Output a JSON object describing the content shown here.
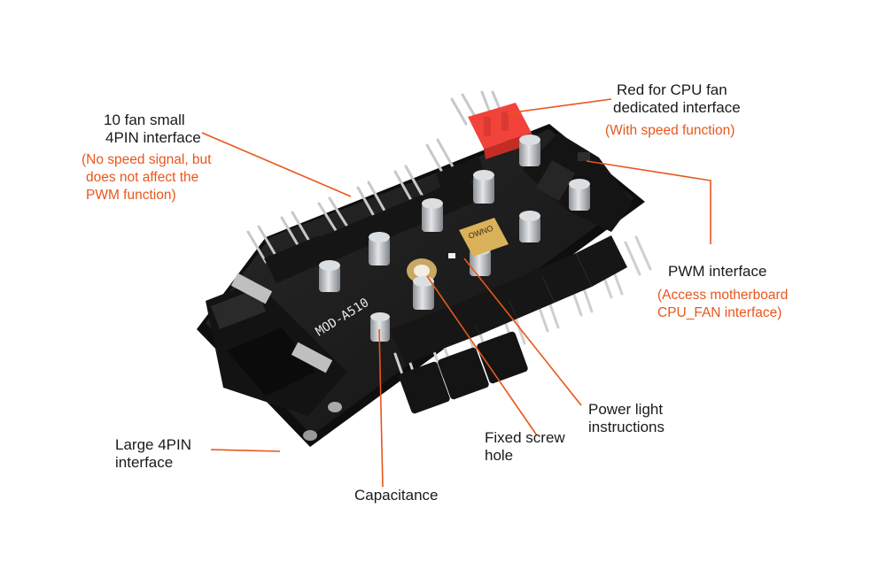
{
  "callouts": {
    "fan_small": {
      "title": [
        "10 fan small",
        "4PIN interface"
      ],
      "note": [
        "(No speed signal, but",
        "does not affect the",
        "PWM function)"
      ]
    },
    "cpu_fan": {
      "title": [
        "Red for CPU fan",
        "dedicated interface"
      ],
      "note": [
        "(With speed function)"
      ]
    },
    "pwm": {
      "title": [
        "PWM interface"
      ],
      "note": [
        "(Access motherboard",
        "CPU_FAN interface)"
      ]
    },
    "power_light": {
      "title": [
        "Power light",
        "instructions"
      ]
    },
    "screw_hole": {
      "title": [
        "Fixed screw",
        "hole"
      ]
    },
    "large_4pin": {
      "title": [
        "Large 4PIN",
        "interface"
      ]
    },
    "capacitance": {
      "title": [
        "Capacitance"
      ]
    }
  },
  "board_text": {
    "model": "MOD-A510",
    "badge": "OWNO"
  },
  "colors": {
    "leader_line": "#e8561b",
    "note_text": "#e8561b",
    "board": "#1b1b1b",
    "cpu_header": "#f2433a",
    "capacitor": "#c9ccd0"
  }
}
